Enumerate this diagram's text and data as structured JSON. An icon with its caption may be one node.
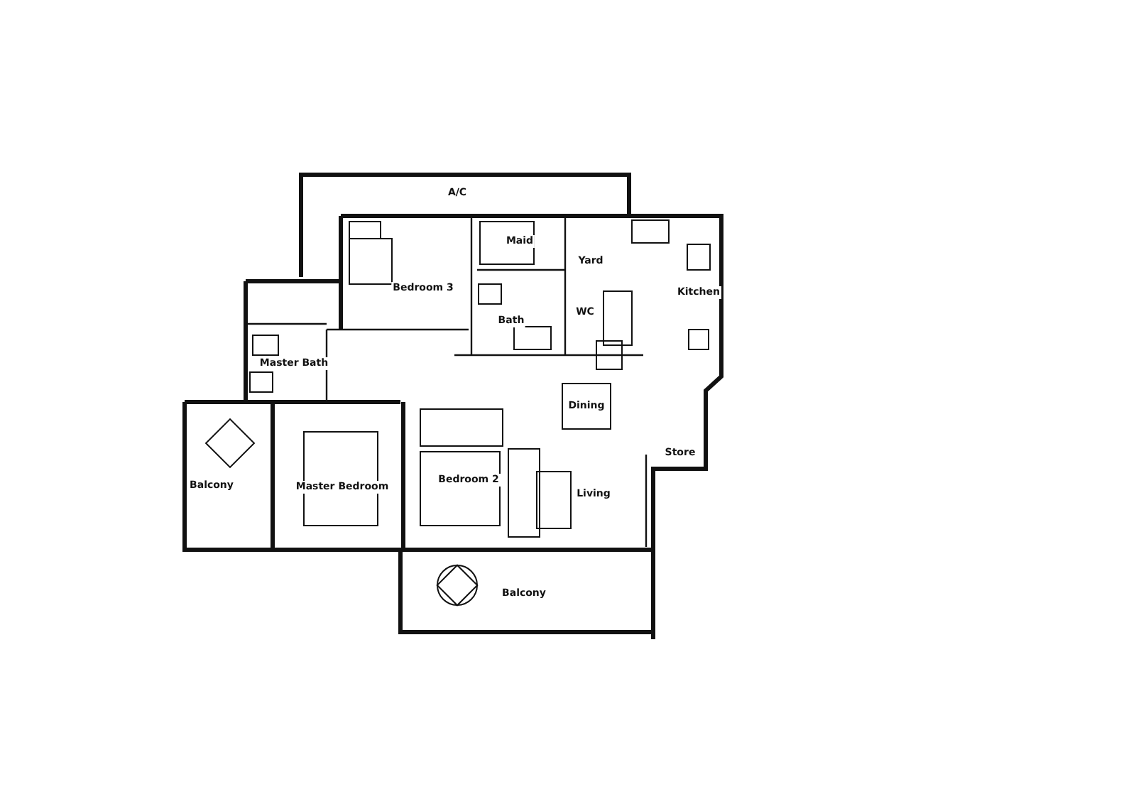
{
  "diagram": {
    "labels": [
      "A/C",
      "Maid",
      "Yard",
      "Bedroom 3",
      "Kitchen",
      "WC",
      "Bath",
      "Master Bath",
      "Dining",
      "Store",
      "Balcony",
      "Master Bedroom",
      "Bedroom 2",
      "Living",
      "Balcony"
    ]
  }
}
